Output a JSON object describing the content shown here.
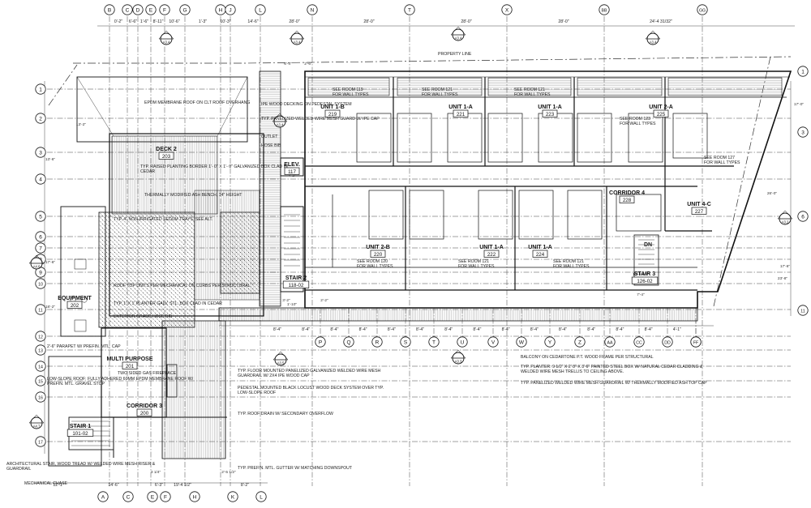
{
  "plan": {
    "top_grids": [
      "B",
      "C",
      "D",
      "E",
      "F",
      "G",
      "H",
      "J",
      "L",
      "N",
      "T",
      "X",
      "BB",
      "GG"
    ],
    "bottom_grids": [
      "A",
      "C",
      "E",
      "F",
      "H",
      "K",
      "L"
    ],
    "bottom_grids2": [
      "P",
      "Q",
      "R",
      "S",
      "T",
      "U",
      "V",
      "W",
      "Y",
      "Z",
      "AA",
      "CC",
      "DD",
      "EE",
      "FF"
    ],
    "left_rows": [
      "1",
      "2",
      "3",
      "4",
      "5",
      "6",
      "7",
      "8",
      "9",
      "10",
      "11",
      "12",
      "13",
      "14",
      "15",
      "16",
      "17"
    ],
    "right_rows": [
      "1",
      "3",
      "6",
      "11"
    ],
    "top_dims": [
      "0'-2\"",
      "6'-6\"",
      "1'-6\"",
      "8'-11\"",
      "10'-6\"",
      "1'-3\"",
      "10'-3\"",
      "14'-6\"",
      "28'-0\"",
      "28'-0\"",
      "28'-0\"",
      "28'-0\"",
      "24'-4 31/32\""
    ],
    "bottom_dims": [
      "12'-1\"",
      "14'-6\"",
      "6'-3\"",
      "19'-4 1/2\"",
      "8'-2\""
    ],
    "bottom_dims2": [
      "8'-4\"",
      "8'-4\"",
      "8'-4\"",
      "8'-4\"",
      "8'-4\"",
      "8'-4\"",
      "8'-4\"",
      "8'-4\"",
      "8'-4\"",
      "8'-4\"",
      "8'-4\"",
      "8'-4\"",
      "8'-4\"",
      "8'-4\"",
      "4'-1\""
    ],
    "property_line": "PROPERTY LINE",
    "section_tags": [
      "A3.4",
      "A3.4",
      "A3.4",
      "A3.4",
      "A3.5",
      "A3.3",
      "A3.2",
      "A3.4",
      "A4.6",
      "A4.7"
    ],
    "rooms": [
      {
        "name": "UNIT 1-B",
        "num": "219"
      },
      {
        "name": "UNIT 1-A",
        "num": "221"
      },
      {
        "name": "UNIT 1-A",
        "num": "223"
      },
      {
        "name": "UNIT 2-A",
        "num": "225"
      },
      {
        "name": "CORRIDOR 4",
        "num": "228"
      },
      {
        "name": "UNIT 4-C",
        "num": "227"
      },
      {
        "name": "UNIT 2-B",
        "num": "220"
      },
      {
        "name": "UNIT 1-A",
        "num": "222"
      },
      {
        "name": "UNIT 1-A",
        "num": "224"
      },
      {
        "name": "STAIR 3",
        "num": "126-02"
      },
      {
        "name": "ELEV.",
        "num": "117"
      },
      {
        "name": "STAIR 2",
        "num": "118-02"
      },
      {
        "name": "DECK 2",
        "num": "203"
      },
      {
        "name": "EQUIPMENT",
        "num": "202"
      },
      {
        "name": "MULTI PURPOSE",
        "num": "201"
      },
      {
        "name": "CORRIDOR 3",
        "num": "200"
      },
      {
        "name": "STAIR 1",
        "num": "101-02"
      }
    ],
    "dn": "DN",
    "see_rooms": [
      "SEE ROOM 119\nFOR WALL TYPES",
      "SEE ROOM 121\nFOR WALL TYPES",
      "SEE ROOM 121\nFOR WALL TYPES",
      "SEE ROOM 123\nFOR WALL TYPES",
      "SEE ROOM 127\nFOR WALL TYPES",
      "SEE ROOM 120\nFOR WALL TYPES",
      "SEE ROOM 121\nFOR WALL TYPES",
      "SEE ROOM 121\nFOR WALL TYPES"
    ],
    "notes_left": [
      "EPDM MEMBRANE ROOF ON CLT\nROOF OVERHANG",
      "TYP. RAISED PLANTING BORDER\n1'- 0\" X 1'- 0\" GALVANIZED BOX\nCLAD IN CEDAR",
      "THERMALLY MODIFIED ASH\nBENCH, 14\" HEIGHT",
      "TYP. 4\" NON-IRRIGATED\nSEDUM TRAYS, SEE ALT.",
      "ROOF TOP UNITS PER MECHANICAL\nON CURBS PER STRUCTURAL",
      "TYP. 1' X 1' PLANTER GALV. STL.\nBOX CLAD IN CEDAR",
      "EXTERIOR GRADE\nHOSE BIB",
      "2'-6\" PARAPET W/ PREFIN.\nMTL. CAP",
      "LOW-SLOPE ROOF:\nFULLY ADHERED 60MM EPDM\nMEMBRANE ROOF W/\nPREFIN. MTL. GRAVEL STOP",
      "TWO SIDED GAS\nFIREPLACE",
      "ARCHITECTURAL STAIR, WOOD\nTREAD W/ WELDED WIRE MESH\nRISER & GUARDRAIL",
      "MECHANICAL CHASE"
    ],
    "notes_mid": [
      "IPE WOOD DECKING\nON PEDESTAL SYSTEM",
      "TYP. PANELIZED\nWELDED WIRE MESH\nGUARD W/ IPE CAP",
      "OUTLET",
      "HOSE BIB",
      "TYP. FLOOR MOUNTED PANELIZED\nGALVANIZED WELDED WIRE MESH\nGUARDRAIL W/ 2X4 IPE WOOD CAP",
      "PEDESTAL MOUNTED BLACK\nLOCUST WOOD DECK SYSTEM\nOVER TYP. LOW-SLOPE ROOF",
      "TYP. ROOF DRAIN W/\nSECONDARY OVERFLOW",
      "TYP. PREFIN. MTL. GUTTER W/\nMATCHING DOWNSPOUT"
    ],
    "notes_right": [
      "BALCONY ON CEDARTONE P.T. WOOD FRAME PER STRUCTURAL",
      "TYP. PLANTER: 9 1/2\" X 2' 8\" X 3' 6\" PAINTED STEEL BOX W/\nNATURAL CEDAR CLADDING & WELDED WIRE MESH TRELLIS TO\nCEILING ABOVE.",
      "TYP. PANELIZED WELDED WIRE MESH GUARDRAIL W/ THERMALLY\nMODIFIED ASH TOP CAP"
    ],
    "misc_dims": [
      "2'-6\"",
      "6'-4\"",
      "3'-2\"",
      "2'-2\"",
      "1'-10\"",
      "10'-9 1/2\"",
      "3 1/4\"",
      "2'-5 1/2\"",
      "7'-4\"",
      "4'-2\"",
      "13'-2\"",
      "17'-0\"",
      "13'-6\"",
      "17'-6\"",
      "26'-0\"",
      "17'-6\"",
      "23'-8\"",
      "18'-2\""
    ]
  }
}
